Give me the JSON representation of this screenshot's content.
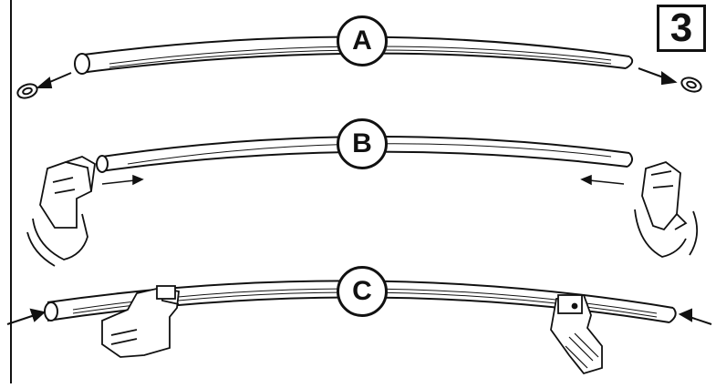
{
  "step_number": "3",
  "steps": [
    {
      "label": "A"
    },
    {
      "label": "B"
    },
    {
      "label": "C"
    }
  ],
  "colors": {
    "ink": "#111111",
    "paper": "#ffffff"
  }
}
